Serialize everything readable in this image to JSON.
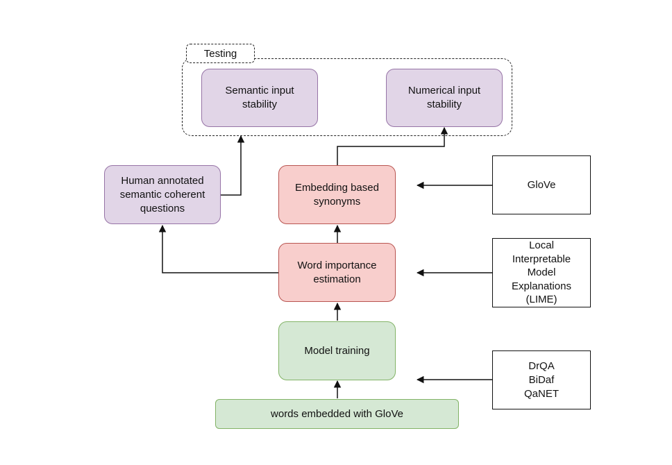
{
  "testing_group": {
    "label": "Testing"
  },
  "nodes": {
    "semantic_input_stability": "Semantic input\nstability",
    "numerical_input_stability": "Numerical input\nstability",
    "human_annotated_questions": "Human annotated\nsemantic  coherent\nquestions",
    "embedding_based_synonyms": "Embedding based\nsynonyms",
    "word_importance_estimation": "Word importance\nestimation",
    "model_training": "Model training",
    "words_embedded_with_glove": "words embedded with GloVe"
  },
  "side_inputs": {
    "glove": "GloVe",
    "lime": "Local\nInterpretable\nModel\nExplanations\n(LIME)",
    "models": "DrQA\nBiDaf\nQaNET"
  },
  "colors": {
    "purple_fill": "#e1d5e7",
    "purple_stroke": "#9673a6",
    "red_fill": "#f8cecc",
    "red_stroke": "#b85450",
    "green_fill": "#d5e8d4",
    "green_stroke": "#82b366",
    "edge": "#111111"
  }
}
